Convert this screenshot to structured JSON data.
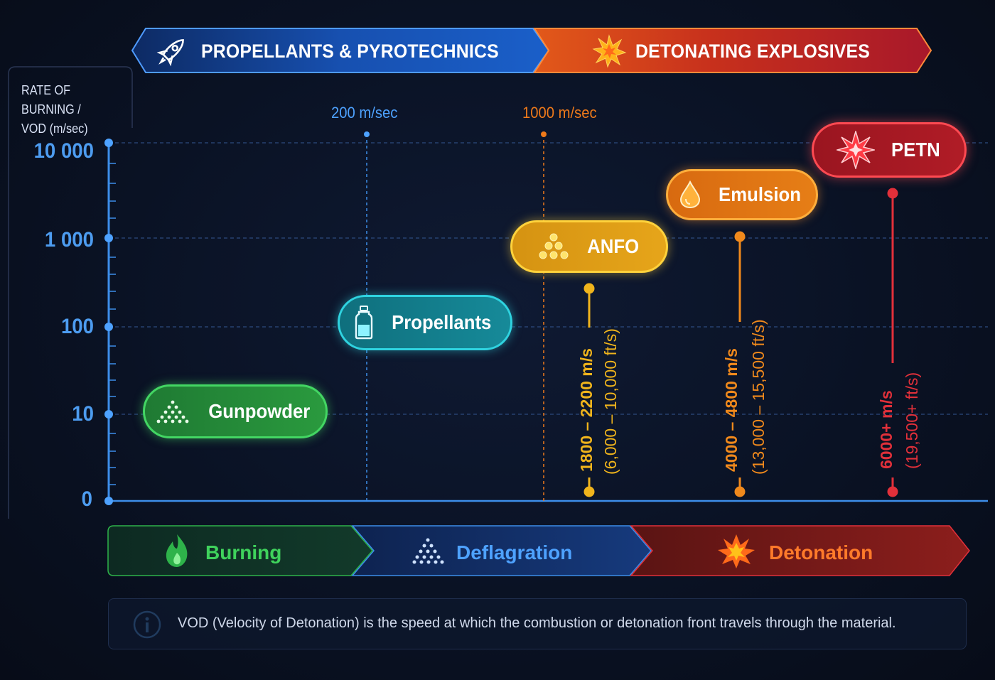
{
  "colors": {
    "blue": "#3d8eea",
    "orange": "#f07a1a",
    "green": "#2eb34a",
    "teal": "#1aa6b5",
    "amber": "#f0b41c",
    "red": "#e2303a",
    "background": "#0a1224"
  },
  "banners": [
    {
      "label": "PROPELLANTS & PYROTECHNICS",
      "icon": "rocket-icon"
    },
    {
      "label": "DETONATING EXPLOSIVES",
      "icon": "burst-icon"
    }
  ],
  "y_axis": {
    "label_line1": "RATE OF BURNING /",
    "label_line2": "VOD (m/sec)",
    "ticks": [
      "10 000",
      "1 000",
      "100",
      "10",
      "0"
    ]
  },
  "thresholds": [
    {
      "label": "200 m/sec",
      "color": "blue"
    },
    {
      "label": "1000 m/sec",
      "color": "orange"
    }
  ],
  "materials": [
    {
      "name": "Gunpowder",
      "icon": "powder-pile-icon"
    },
    {
      "name": "Propellants",
      "icon": "bottle-icon"
    },
    {
      "name": "ANFO",
      "icon": "pellets-icon",
      "range_ms": "1800 – 2200 m/s",
      "range_fts": "(6,000 – 10,000 ft/s)"
    },
    {
      "name": "Emulsion",
      "icon": "drop-icon",
      "range_ms": "4000 – 4800 m/s",
      "range_fts": "(13,000 – 15,500 ft/s)"
    },
    {
      "name": "PETN",
      "icon": "starburst-icon",
      "range_ms": "6000+ m/s",
      "range_fts": "(19,500+ ft/s)"
    }
  ],
  "phases": [
    {
      "label": "Burning",
      "icon": "flame-icon"
    },
    {
      "label": "Deflagration",
      "icon": "particles-icon"
    },
    {
      "label": "Detonation",
      "icon": "explosion-icon"
    }
  ],
  "note": {
    "icon": "info-icon",
    "text": "VOD (Velocity of Detonation) is the speed at which the combustion or detonation front travels through the material."
  }
}
